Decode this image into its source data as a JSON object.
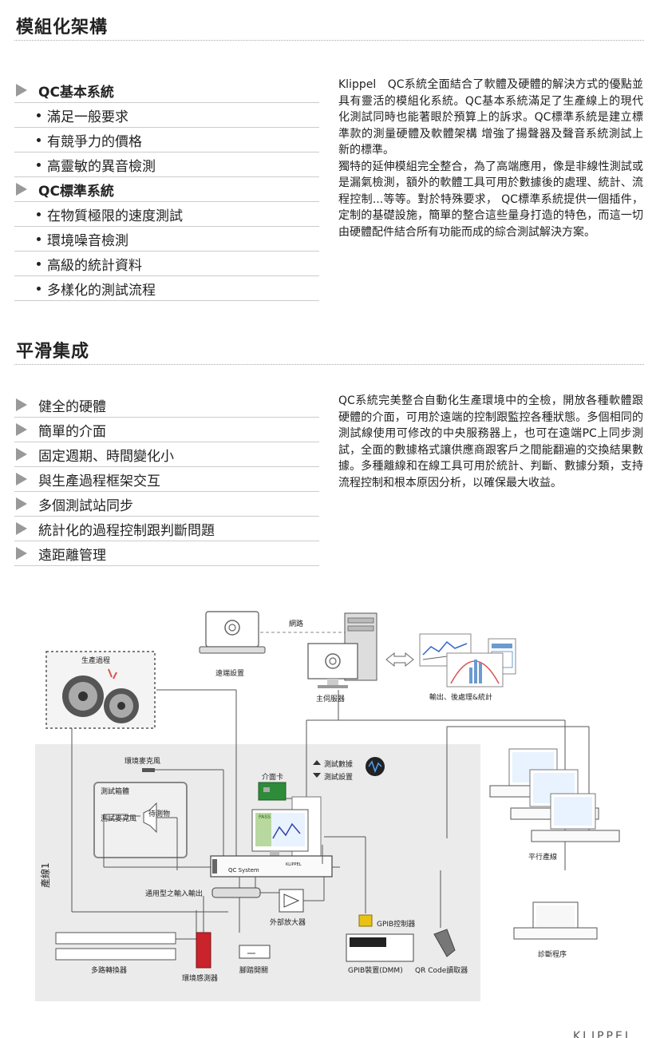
{
  "section1": {
    "title": "模組化架構",
    "list": [
      {
        "type": "head",
        "text": "QC基本系統"
      },
      {
        "type": "item",
        "text": "滿足一般要求"
      },
      {
        "type": "item",
        "text": "有競爭力的價格"
      },
      {
        "type": "item",
        "text": "高靈敏的異音檢測"
      },
      {
        "type": "head",
        "text": "QC標準系統"
      },
      {
        "type": "item",
        "text": "在物質極限的速度測試"
      },
      {
        "type": "item",
        "text": "環境噪音檢測"
      },
      {
        "type": "item",
        "text": "高級的統計資料"
      },
      {
        "type": "item",
        "text": "多樣化的測試流程"
      }
    ],
    "paragraph1": "Klippel　QC系統全面結合了軟體及硬體的解決方式的優點並具有靈活的模組化系統。QC基本系統滿足了生產線上的現代化測試同時也能著眼於預算上的訴求。QC標準系統是建立標準款的測量硬體及軟體架構 增強了揚聲器及聲音系統測試上新的標準。",
    "paragraph2": "獨特的延伸模組完全整合，為了高端應用，像是非線性測試或是漏氣檢測，額外的軟體工具可用於數據後的處理、統計、流程控制...等等。對於特殊要求， QC標準系統提供一個插件，定制的基礎設施，簡單的整合這些量身打造的特色，而這一切由硬體配件結合所有功能而成的綜合測試解決方案。"
  },
  "section2": {
    "title": "平滑集成",
    "list": [
      "健全的硬體",
      "簡單的介面",
      "固定週期、時間變化小",
      "與生產過程框架交互",
      "多個測試站同步",
      "統計化的過程控制跟判斷問題",
      "遠距離管理"
    ],
    "paragraph": "QC系統完美整合自動化生產環境中的全檢，開放各種軟體跟硬體的介面，可用於遠端的控制跟監控各種狀態。多個相同的測試線使用可修改的中央服務器上，也可在遠端PC上同步測試，全面的數據格式讓供應商跟客戶之間能翻遍的交換結果數據。多種離線和在線工具可用於統計、判斷、數據分類，支持流程控制和根本原因分析，以確保最大收益。"
  },
  "diagram": {
    "network": "網路",
    "remote_setup": "遠端設置",
    "main_server": "主伺服器",
    "output": "輸出、後處理&統計",
    "production_process": "生產過程",
    "env_mic": "環境麥克風",
    "interface_card": "介面卡",
    "test_data": "測試數據",
    "test_setup": "測試設置",
    "test_box": "測試箱體",
    "test_mic": "測試麥克風",
    "dut": "待測物",
    "qc_system": "QC System",
    "klippel_small": "KLIPPEL",
    "general_io": "通用型之輸入輸出",
    "ext_amp": "外部放大器",
    "gpib_ctrl": "GPIB控制器",
    "multiplexer": "多路轉換器",
    "env_sensor": "環境感測器",
    "foot_switch": "腳踏開關",
    "gpib_device": "GPIB裝置(DMM)",
    "qr_reader": "QR Code讀取器",
    "line1": "產線1",
    "parallel": "平行產線",
    "diagnosis": "診斷程序",
    "pass": "PASS"
  },
  "footer": {
    "logo": "KLIPPEL"
  }
}
